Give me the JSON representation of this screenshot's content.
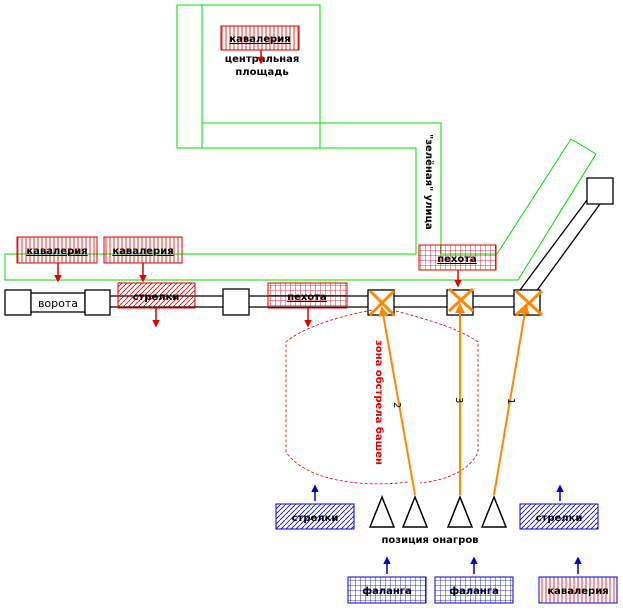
{
  "labels": {
    "central_square_line1": "центральная",
    "central_square_line2": "площадь",
    "street": "\"зелёная\" улица",
    "gate": "ворота",
    "fire_zone": "зона обстрела башен",
    "onager_position": "позиция онагров",
    "num_1": "1",
    "num_2": "2",
    "num_3": "3"
  },
  "units": {
    "cav_square": "кавалерия",
    "cav_left1": "кавалерия",
    "cav_left2": "кавалерия",
    "archers_wall": "стрелки",
    "infantry_wall": "пехота",
    "infantry_street": "пехота",
    "archers_left": "стрелки",
    "archers_right": "стрелки",
    "phalanx1": "фаланга",
    "phalanx2": "фаланга",
    "cav_bottom": "кавалерия"
  },
  "colors": {
    "street_green": "#00dd00",
    "defender_red": "#dd0000",
    "attacker_blue": "#0000cc",
    "shot_orange": "#ff8800",
    "wall_black": "#000000"
  }
}
